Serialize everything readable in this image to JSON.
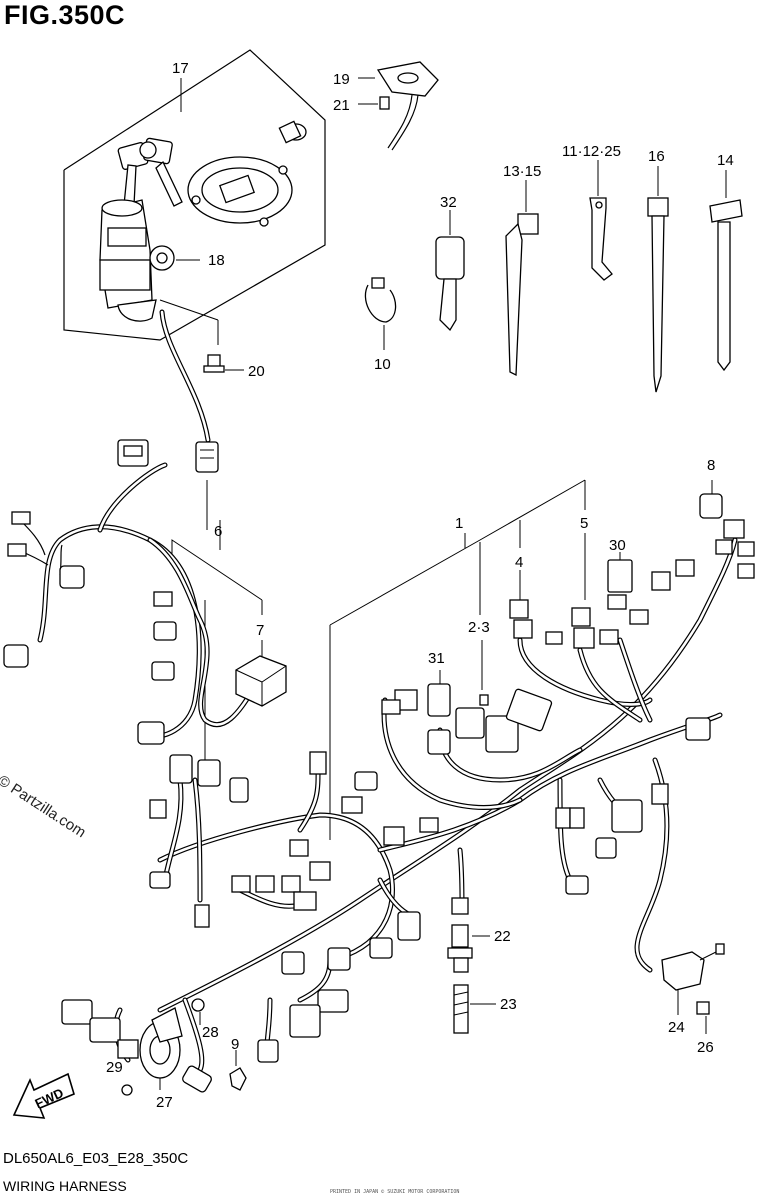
{
  "figure": {
    "title": "FIG.350C",
    "diagram_code": "DL650AL6_E03_E28_350C",
    "caption": "WIRING HARNESS",
    "watermark": "© Partzilla.com",
    "fine_print": "PRINTED IN JAPAN © SUZUKI MOTOR CORPORATION"
  },
  "callouts": [
    {
      "id": "c17",
      "text": "17"
    },
    {
      "id": "c19",
      "text": "19"
    },
    {
      "id": "c21",
      "text": "21"
    },
    {
      "id": "c18",
      "text": "18"
    },
    {
      "id": "c20",
      "text": "20"
    },
    {
      "id": "c32",
      "text": "32"
    },
    {
      "id": "c10",
      "text": "10"
    },
    {
      "id": "c1315",
      "text": "13·15"
    },
    {
      "id": "c111225",
      "text": "11·12·25"
    },
    {
      "id": "c16",
      "text": "16"
    },
    {
      "id": "c14",
      "text": "14"
    },
    {
      "id": "c8",
      "text": "8"
    },
    {
      "id": "c6",
      "text": "6"
    },
    {
      "id": "c1",
      "text": "1"
    },
    {
      "id": "c5",
      "text": "5"
    },
    {
      "id": "c4",
      "text": "4"
    },
    {
      "id": "c30",
      "text": "30"
    },
    {
      "id": "c7",
      "text": "7"
    },
    {
      "id": "c23b",
      "text": "2·3"
    },
    {
      "id": "c31",
      "text": "31"
    },
    {
      "id": "c22",
      "text": "22"
    },
    {
      "id": "c23",
      "text": "23"
    },
    {
      "id": "c28",
      "text": "28"
    },
    {
      "id": "c9",
      "text": "9"
    },
    {
      "id": "c29",
      "text": "29"
    },
    {
      "id": "c27",
      "text": "27"
    },
    {
      "id": "c24",
      "text": "24"
    },
    {
      "id": "c26",
      "text": "26"
    }
  ],
  "icons": {
    "fwd_arrow": "FWD",
    "fwd_arrow_icon": "fwd-arrow-icon"
  }
}
